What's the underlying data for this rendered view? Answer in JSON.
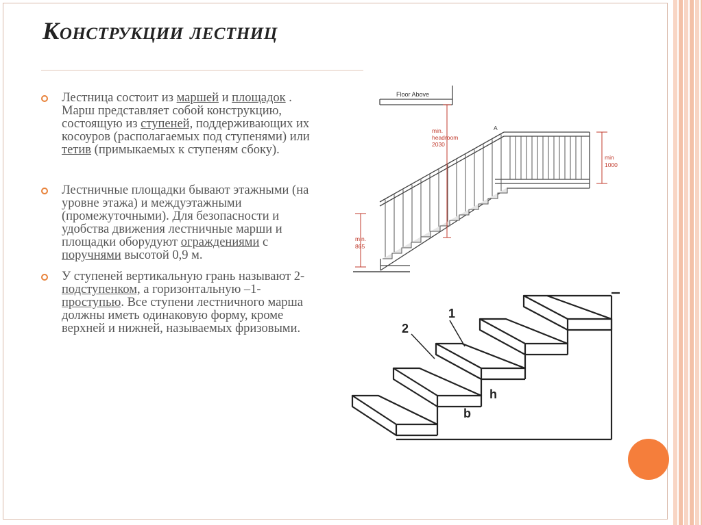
{
  "slide": {
    "title": "Конструкции лестниц",
    "bullets": [
      {
        "parts": [
          {
            "text": "Лестница состоит из ",
            "u": false
          },
          {
            "text": "маршей",
            "u": true
          },
          {
            "text": " и ",
            "u": false
          },
          {
            "text": "площадок",
            "u": true
          },
          {
            "text": " . Марш представляет собой конструкцию, состоящую из ",
            "u": false
          },
          {
            "text": "ступеней,",
            "u": true
          },
          {
            "text": " поддерживающих их косоуров (располагаемых под ступенями) или ",
            "u": false
          },
          {
            "text": "тетив",
            "u": true
          },
          {
            "text": " (примыкаемых к ступеням сбоку).",
            "u": false
          }
        ]
      },
      {
        "parts": [
          {
            "text": "Лестничные площадки бывают этажными (на уровне этажа) и междуэтажными (промежуточными). Для безопасности и удобства движения лестничные марши и площадки оборудуют ",
            "u": false
          },
          {
            "text": "ограждениями",
            "u": true
          },
          {
            "text": " с ",
            "u": false
          },
          {
            "text": "поручнями",
            "u": true
          },
          {
            "text": " высотой 0,9 м.",
            "u": false
          }
        ]
      },
      {
        "parts": [
          {
            "text": "У ступеней вертикальную грань называют 2- ",
            "u": false
          },
          {
            "text": "подступенком,",
            "u": true
          },
          {
            "text": " а горизонтальную –1- ",
            "u": false
          },
          {
            "text": "проступью",
            "u": true
          },
          {
            "text": ". Все ступени лестничного марша должны иметь одинаковую форму, кроме верхней и нижней, называемых фризовыми.",
            "u": false
          }
        ]
      }
    ]
  },
  "diagram_top": {
    "floor_above": "Floor Above",
    "headroom": [
      "min.",
      "headroom",
      "2030"
    ],
    "point_a": "A",
    "rail_min": [
      "min",
      "1000"
    ],
    "low_rail_min": [
      "min.",
      "865"
    ]
  },
  "diagram_bottom": {
    "label_1": "1",
    "label_2": "2",
    "label_h": "h",
    "label_b": "b"
  },
  "colors": {
    "accent_orange": "#f57e3b",
    "dimension_red": "#c0392b",
    "stripe_peach": "#f8d5c4"
  }
}
